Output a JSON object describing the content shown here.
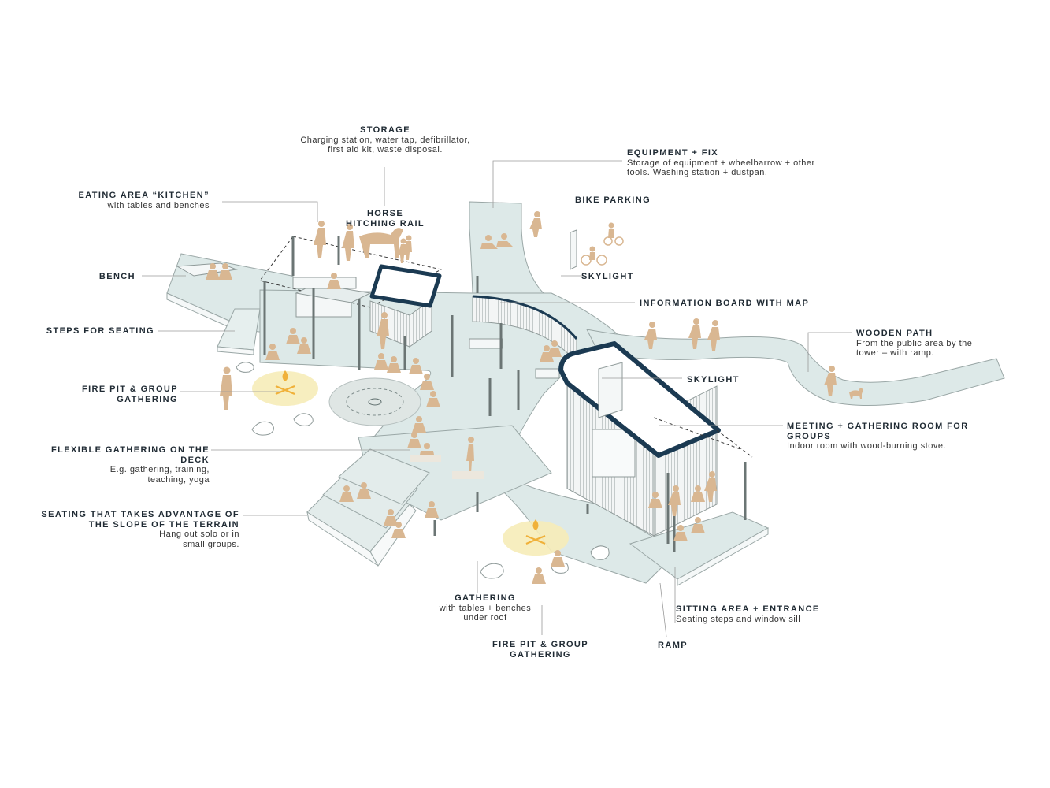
{
  "labels": {
    "storage": {
      "title": "STORAGE",
      "desc": "Charging station, water tap, defibrillator, first aid kit, waste disposal."
    },
    "equipment": {
      "title": "EQUIPMENT + FIX",
      "desc": "Storage of equipment + wheelbarrow + other tools. Washing station + dustpan."
    },
    "eating": {
      "title": "EATING AREA “KITCHEN”",
      "desc": "with tables and benches"
    },
    "horse": {
      "title": "HORSE HITCHING RAIL"
    },
    "bike": {
      "title": "BIKE PARKING"
    },
    "bench": {
      "title": "BENCH"
    },
    "skylight1": {
      "title": "SKYLIGHT"
    },
    "infoboard": {
      "title": "INFORMATION BOARD WITH MAP"
    },
    "steps": {
      "title": "STEPS FOR SEATING"
    },
    "woodenpath": {
      "title": "WOODEN PATH",
      "desc": "From the public area by the tower – with ramp."
    },
    "firepit1": {
      "title": "FIRE PIT & GROUP GATHERING"
    },
    "skylight2": {
      "title": "SKYLIGHT"
    },
    "flexible": {
      "title": "FLEXIBLE GATHERING ON THE DECK",
      "desc": "E.g. gathering, training, teaching, yoga"
    },
    "meeting": {
      "title": "MEETING + GATHERING ROOM FOR GROUPS",
      "desc": "Indoor room with wood-burning stove."
    },
    "seating": {
      "title": "SEATING THAT TAKES ADVANTAGE OF THE SLOPE OF THE TERRAIN",
      "desc": "Hang out solo or in small groups."
    },
    "gathering": {
      "title": "GATHERING",
      "desc": "with tables + benches under roof"
    },
    "sitting": {
      "title": "SITTING AREA + ENTRANCE",
      "desc": "Seating steps and window sill"
    },
    "firepit2": {
      "title": "FIRE PIT & GROUP GATHERING"
    },
    "ramp": {
      "title": "RAMP"
    }
  },
  "colors": {
    "deck": "#dde9e8",
    "deck_stroke": "#9aa7a6",
    "roof": "#1b3a52",
    "people": "#d9b792",
    "fire_glow": "#f6ecb8",
    "fire": "#f0b13a",
    "leader": "#9a9a9a"
  }
}
